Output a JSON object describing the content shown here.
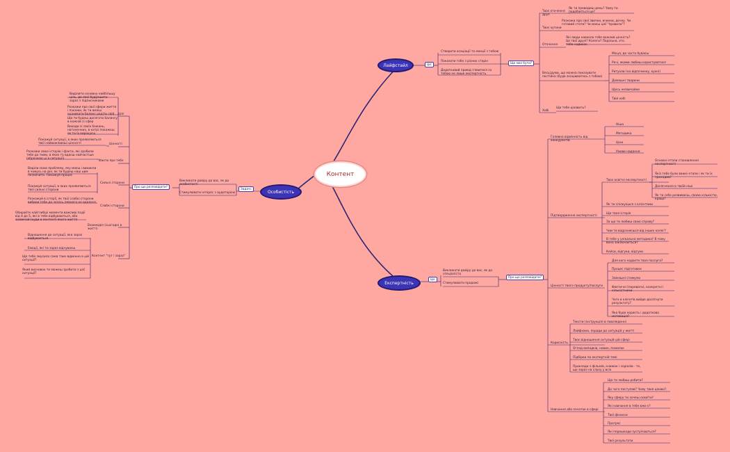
{
  "center": "Контент",
  "branches": {
    "lifestyle": {
      "title": "Лайфстайл",
      "why": "Це:",
      "items": [
        "Створити асоціації та емоції з тобою",
        "Показати тобе з різних сторін",
        "Додатковий привід з'явитися за тобою не лише експертність"
      ],
      "hub": "Що має бути?",
      "groups": [
        {
          "label": "Твоє оточення друз",
          "items": [
            "Як ти проводиш день? Чому ти подобається це?"
          ]
        },
        {
          "label": "Твоє хутини",
          "items": [
            "Розкажи про свої звички, вчинки, дочку. Чи готовий стати? Чи маєш цієї \"правила\"?"
          ]
        },
        {
          "label": "Оточення",
          "items": [
            "Які люди навколо тебе важлив цінність? Це твої друзі? Колеги? Подільна, хто тебе надихає"
          ]
        },
        {
          "label": "Весь(думи, що можна показувати постійно (буде асоціюватись з тобою)",
          "items": [
            "Місця, де часто буваєш",
            "Речі, якими любиш користуватися",
            "Ритуали (на відпочинку, кухні)",
            "Домашні тварини",
            "Щось незвичайне",
            "Твій хобі"
          ]
        },
        {
          "label": "Хобі",
          "items": [
            "Що тебе цікавить?"
          ]
        }
      ]
    },
    "personality": {
      "title": "Особистість",
      "task": "Задачі:",
      "tasks": [
        "Викликати довіру до вас, як до особистості",
        "Стимулювати інтерес з аудиторією"
      ],
      "hub": "Про що розповідати?",
      "groups": [
        {
          "label": "Цілі",
          "items": [
            "Виділити основну найбільшу ціль, до якої будуєшити зараз з підписниками",
            "Розкажи про свої сфери життя і покажи, як ти вмієш оцінювати баланс радіти свій. Що ти будеш досягати балансу в кожній зі сфер",
            "Виходи зі своїх бажань, натхненних, в котрі покажеш як ти їх вирішуєш"
          ]
        },
        {
          "label": "Цінності",
          "items": [
            "Покажуй ситуації, в яких проявляються твої найважливіші цінності"
          ]
        },
        {
          "label": "Факти про тебе",
          "items": [
            "Розкажи свою історію і факти, які зробили тебе до тими, в яких та вдаєш найчастіше (образною ці в ситуації)"
          ]
        },
        {
          "label": "Сильні сторони",
          "items": [
            "Виділи свою проблему, яку маєш і виникли в чомусь на дні, як ти будеш наш цим позначити. Покажуй процес",
            "Покажуй ситуації, в яких проявляються твої сильні сторони"
          ]
        },
        {
          "label": "Слабкі сторони",
          "items": [
            "Розкажуй в історії, як твої слабкі сторони вибили тебе до чогось певного не вдалося"
          ]
        },
        {
          "label": "Взаємодія (сьогодні в житті)",
          "items": [
            "Обирайте найглибші моменти важливі події від 4 до 5, які в тебе відбуваються, або зазвичай (куди в контенті якого життя"
          ]
        },
        {
          "label": "Контент \"тут і зараз\"",
          "items": [
            "Відношення до ситуації, яка зараз відбувається",
            "Емоції, які ти зараз відчуваєш",
            "Що тебе змусило сама таке відмінно в цій ситуації?",
            "Який висновок ти можеш зробити з цієї ситуації?"
          ]
        }
      ]
    },
    "expertise": {
      "title": "Експертність",
      "why": "Це:",
      "items": [
        "Викликати довіру до вас, як до спеціаліста",
        "Стимулювати продажі"
      ],
      "hub": "Про що розповідати?",
      "groups": [
        {
          "label": "Головна відмінність від конкурентів",
          "items": [
            "Ніша",
            "Методика",
            "Ціни",
            "Умови надання"
          ]
        },
        {
          "label": "Підтвердження експертності",
          "items": [
            "Твоє освітні експертності",
            "Основні етапи становлення експертності",
            "Якіз тебе були важкі етапи і як ти їх проходив?",
            "Досягнення в твоїй ніші",
            "Як ти себе розвиваєш, своєю кількістю, кращі?",
            "Як ти спілкуєшся з клієнтами",
            "Ще твоя історія",
            "За що ти любиш свою справу?",
            "Чим ти відрізняєшся від інших колег?",
            "В тебе у унікальна методика? В чому вона заключається?",
            "Кейси, відгуки, відгуки"
          ]
        },
        {
          "label": "Цінності твого продукту/послуги",
          "items": [
            "Для кого надаєте твоя послуга?",
            "Процес підготовки",
            "Зовнішні стимулю",
            "Фактичні (переваги), конкретні і кількістними",
            "Чого в клієнтів вийде досягнути результату?",
            "Яка буде користь і додаткова мотивація?"
          ]
        },
        {
          "label": "Корисність",
          "items": [
            "Тексти (інструкція) в повсякденні",
            "Лайфхаки, поради до ситуацій у житті",
            "Твоє відношення ситуацій цій сфері",
            "Огляд випадків, новин, помилок",
            "Підбірки по експертній темі",
            "Приклади з фільмів, книжок і серіалів - те, що зараз на слуху у всіх"
          ]
        },
        {
          "label": "Навчання або початок в сфері",
          "items": [
            "Що ти любиш робити?",
            "До чого поступав? Чому твоя цікаво?",
            "Яку сферу ти хочеш освоїти?",
            "Які навчання в тебе вже є?",
            "Твої фінанси",
            "Прогрес",
            "Які перешкоди зустрічаються?",
            "Твої результати"
          ]
        }
      ]
    }
  }
}
